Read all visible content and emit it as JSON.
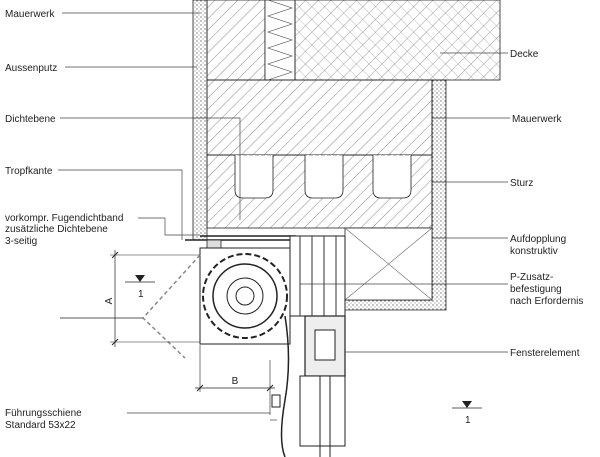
{
  "labels": {
    "mauerwerk_top": "Mauerwerk",
    "aussenputz": "Aussenputz",
    "dichtebene": "Dichtebene",
    "tropfkante": "Tropfkante",
    "fugendichtband_1": "vorkompr. Fugendichtband",
    "fugendichtband_2": "zusätzliche Dichtebene",
    "fugendichtband_3": "3-seitig",
    "fuehrungsschiene_1": "Führungsschiene",
    "fuehrungsschiene_2": "Standard 53x22",
    "decke": "Decke",
    "mauerwerk_right": "Mauerwerk",
    "sturz": "Sturz",
    "aufdopplung_1": "Aufdopplung",
    "aufdopplung_2": "konstruktiv",
    "zusatz_1": "P-Zusatz-",
    "zusatz_2": "befestigung",
    "zusatz_3": "nach Erfordernis",
    "fensterelement": "Fensterelement"
  },
  "dimensions": {
    "a": "A",
    "b": "B"
  },
  "level_marks": {
    "left": "1",
    "right": "1"
  }
}
